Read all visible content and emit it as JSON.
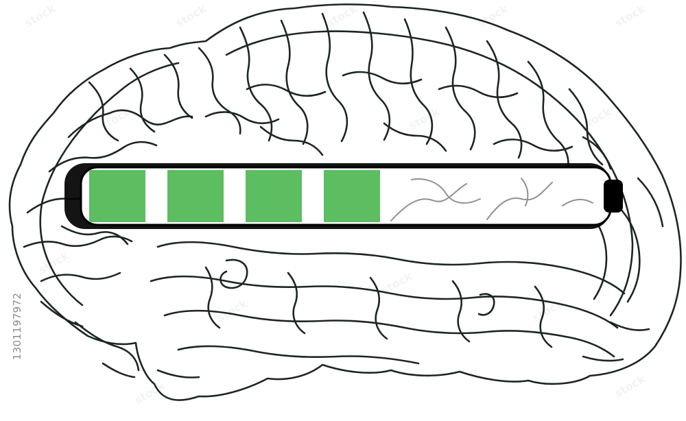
{
  "image": {
    "subject": "brain-with-battery-icon",
    "stock_id_text": "1301197972"
  },
  "battery": {
    "charge_level": 0.8,
    "segments_total": 5,
    "segments_filled": 4
  },
  "colors": {
    "outline": "#1c2620",
    "fill_green": "#5cbd61",
    "background": "#ffffff",
    "battery_casing": "#000000"
  },
  "icons": {
    "brain": "brain-outline-icon",
    "battery": "battery-icon"
  }
}
